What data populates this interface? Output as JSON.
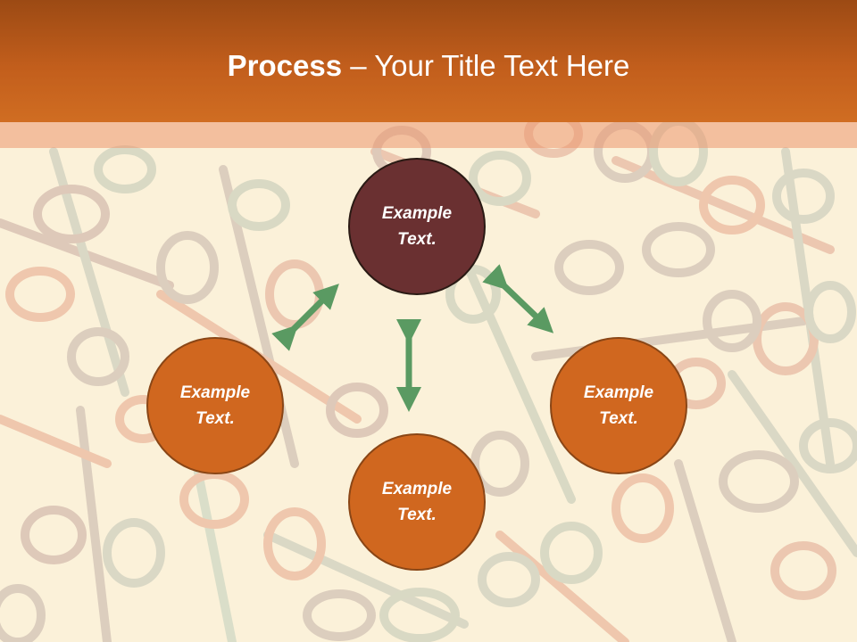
{
  "slide": {
    "title_bold": "Process",
    "title_rest": " – Your Title Text Here"
  },
  "nodes": [
    {
      "id": "top",
      "line1": "Example",
      "line2": "Text."
    },
    {
      "id": "left",
      "line1": "Example",
      "line2": "Text."
    },
    {
      "id": "right",
      "line1": "Example",
      "line2": "Text."
    },
    {
      "id": "bottom",
      "line1": "Example",
      "line2": "Text."
    }
  ],
  "colors": {
    "header": "#c25e1c",
    "node_orange": "#d0671f",
    "node_maroon": "#6a3031",
    "arrow_green": "#5a9a62",
    "background": "#fbf1d9"
  }
}
